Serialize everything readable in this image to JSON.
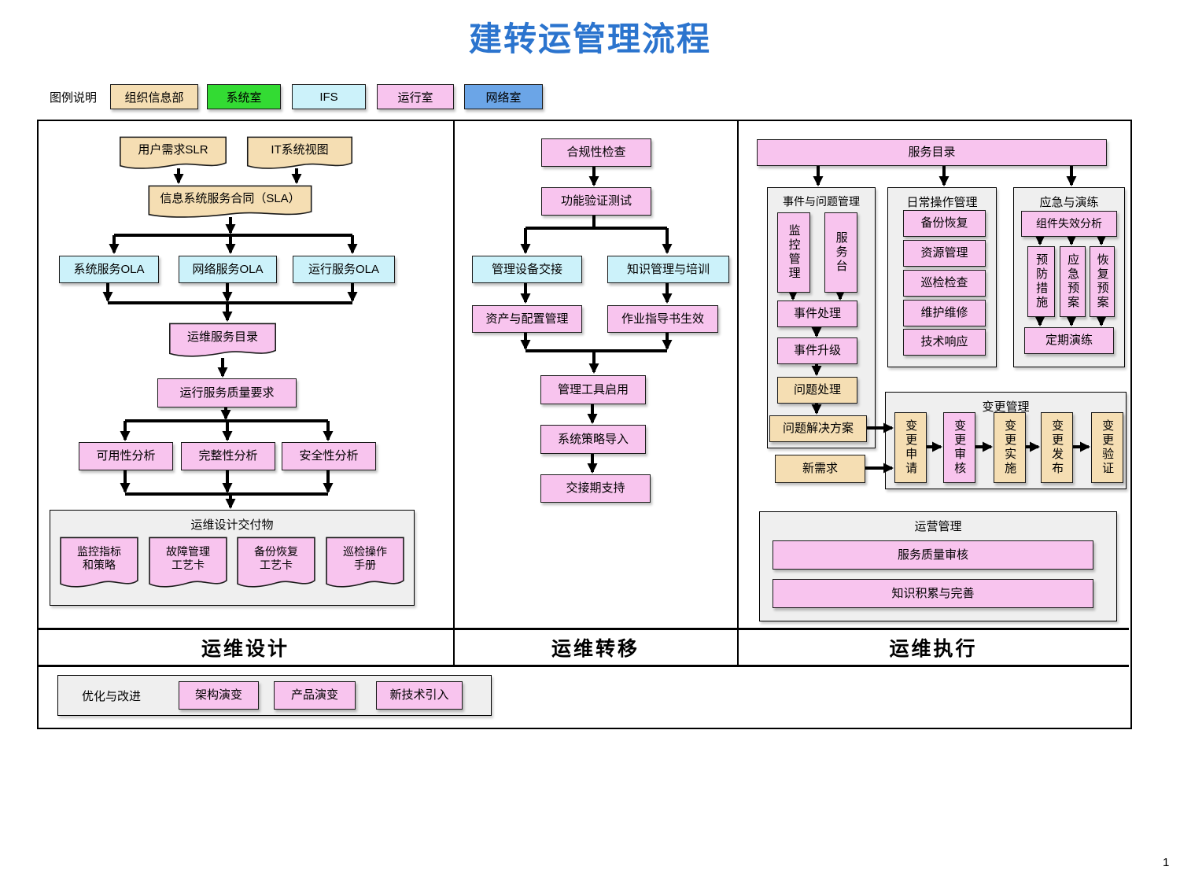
{
  "title": "建转运管理流程",
  "page_number": "1",
  "colors": {
    "title_blue": "#2B74CE",
    "org_info_dept": "#F5DEB3",
    "system_room": "#33DB33",
    "ifs": "#CCF2FA",
    "operation_room": "#F8C4EE",
    "network_room": "#6BA5E7",
    "group_gray": "#EFEFEF"
  },
  "legend": {
    "label": "图例说明",
    "items": [
      {
        "label": "组织信息部"
      },
      {
        "label": "系统室"
      },
      {
        "label": "IFS"
      },
      {
        "label": "运行室"
      },
      {
        "label": "网络室"
      }
    ]
  },
  "lanes": {
    "design": "运维设计",
    "transfer": "运维转移",
    "execute": "运维执行"
  },
  "design": {
    "user_slr": "用户需求SLR",
    "it_view": "IT系统视图",
    "sla": "信息系统服务合同（SLA）",
    "sys_ola": "系统服务OLA",
    "net_ola": "网络服务OLA",
    "ops_ola": "运行服务OLA",
    "service_catalog_doc": "运维服务目录",
    "quality_req": "运行服务质量要求",
    "availability": "可用性分析",
    "integrity": "完整性分析",
    "security": "安全性分析",
    "deliverables_title": "运维设计交付物",
    "d1": "监控指标\n和策略",
    "d2": "故障管理\n工艺卡",
    "d3": "备份恢复\n工艺卡",
    "d4": "巡检操作\n手册"
  },
  "transfer": {
    "compliance": "合规性检查",
    "func_test": "功能验证测试",
    "device_handover": "管理设备交接",
    "knowledge": "知识管理与培训",
    "asset_config": "资产与配置管理",
    "work_instruction": "作业指导书生效",
    "mgmt_tool": "管理工具启用",
    "sys_strategy": "系统策略导入",
    "handover_support": "交接期支持"
  },
  "execute": {
    "service_catalog": "服务目录",
    "incident": {
      "title": "事件与问题管理",
      "monitoring": "监控管理",
      "service_desk": "服务台",
      "incident_handling": "事件处理",
      "incident_escalation": "事件升级",
      "problem_handling": "问题处理",
      "problem_solution": "问题解决方案"
    },
    "new_demand": "新需求",
    "daily": {
      "title": "日常操作管理",
      "items": [
        "备份恢复",
        "资源管理",
        "巡检检查",
        "维护维修",
        "技术响应"
      ]
    },
    "emergency": {
      "title": "应急与演练",
      "failure_analysis": "组件失效分析",
      "prevention": "预防措施",
      "plan": "应急预案",
      "recovery": "恢复预案",
      "drill": "定期演练"
    },
    "change": {
      "title": "变更管理",
      "request": "变更申请",
      "review": "变更审核",
      "implement": "变更实施",
      "release": "变更发布",
      "verify": "变更验证"
    },
    "operation": {
      "title": "运营管理",
      "quality_audit": "服务质量审核",
      "knowledge_improve": "知识积累与完善"
    }
  },
  "optimize": {
    "label": "优化与改进",
    "arch": "架构演变",
    "product": "产品演变",
    "newtech": "新技术引入"
  }
}
